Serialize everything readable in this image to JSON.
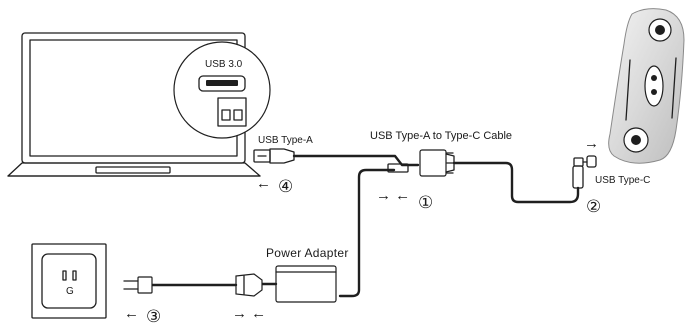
{
  "labels": {
    "usb_port": "USB 3.0",
    "usb_type_a": "USB Type-A",
    "cable": "USB Type-A to Type-C Cable",
    "usb_type_c": "USB Type-C",
    "power_adapter": "Power Adapter",
    "socket_letter": "G"
  },
  "steps": [
    {
      "number": "①",
      "arrow": "→  ←"
    },
    {
      "number": "②",
      "arrow": "→"
    },
    {
      "number": "③",
      "arrow": "←"
    },
    {
      "number": "④",
      "arrow": "←"
    }
  ],
  "extra_arrows": {
    "power_plug": "→ ←"
  },
  "icons": [
    "laptop-icon",
    "usb-port-magnifier-icon",
    "usb-a-plug-icon",
    "usb-c-plug-icon",
    "cable-connector-icon",
    "power-adapter-icon",
    "power-plug-icon",
    "wall-socket-icon",
    "scanner-device-icon"
  ]
}
